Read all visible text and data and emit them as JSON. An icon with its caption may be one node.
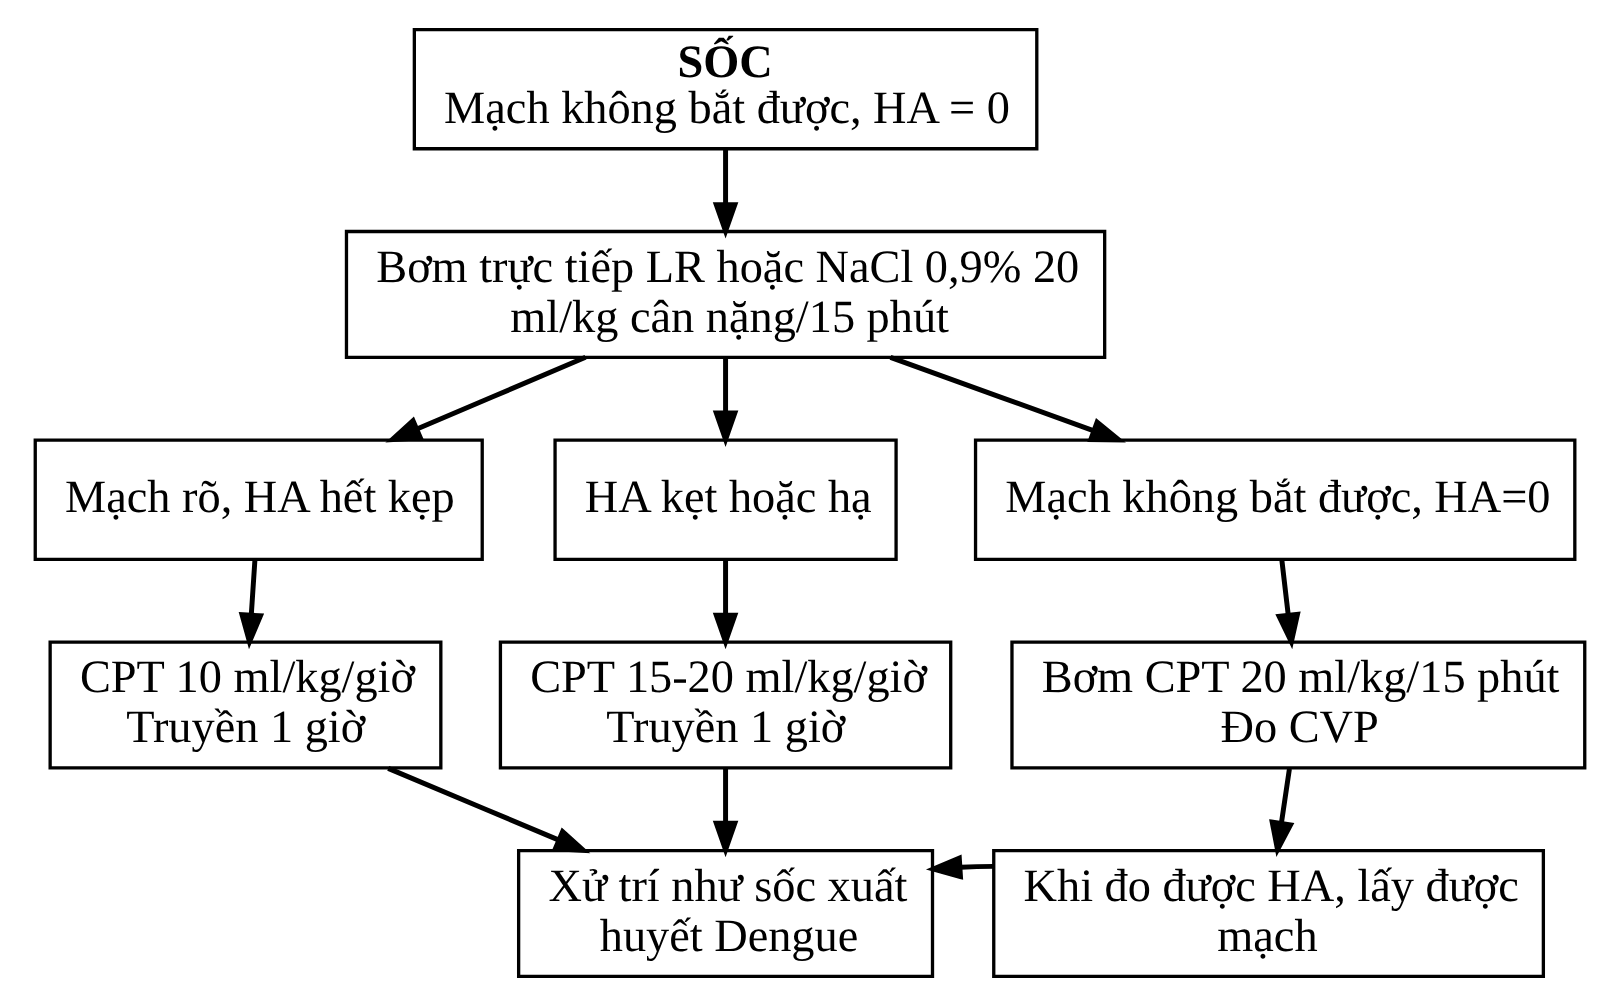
{
  "diagram": {
    "nodes": [
      {
        "text": [
          "SỐC",
          "Mạch không bắt được, HA = 0"
        ]
      },
      {
        "text": [
          "Bơm trực tiếp LR hoặc NaCl 0,9% 20 ml/kg cân nặng/15 phút"
        ]
      },
      {
        "text": [
          "Mạch rõ, HA hết kẹp"
        ]
      },
      {
        "text": [
          "HA kẹt hoặc hạ"
        ]
      },
      {
        "text": [
          "Mạch không bắt được, HA=0"
        ]
      },
      {
        "text": [
          "CPT 10 ml/kg/giờ",
          "Truyền 1 giờ"
        ]
      },
      {
        "text": [
          "CPT 15-20 ml/kg/giờ",
          "Truyền 1 giờ"
        ]
      },
      {
        "text": [
          "Bơm CPT 20 ml/kg/15 phút",
          "Đo CVP"
        ]
      },
      {
        "text": [
          "Xử trí như sốc xuất huyết Dengue"
        ]
      },
      {
        "text": [
          "Khi đo được HA, lấy được mạch"
        ]
      }
    ],
    "edges": [
      {
        "from": 0,
        "to": 1,
        "arrow": "to"
      },
      {
        "from": 1,
        "to": 2,
        "arrow": "to"
      },
      {
        "from": 1,
        "to": 3,
        "arrow": "to"
      },
      {
        "from": 1,
        "to": 4,
        "arrow": "to"
      },
      {
        "from": 2,
        "to": 5,
        "arrow": "to"
      },
      {
        "from": 3,
        "to": 6,
        "arrow": "to"
      },
      {
        "from": 4,
        "to": 7,
        "arrow": "to"
      },
      {
        "from": 5,
        "to": 8,
        "arrow": "to"
      },
      {
        "from": 6,
        "to": 8,
        "arrow": "to"
      },
      {
        "from": 7,
        "to": 9,
        "arrow": "to"
      },
      {
        "from": 9,
        "to": 8,
        "arrow": "to"
      }
    ]
  }
}
